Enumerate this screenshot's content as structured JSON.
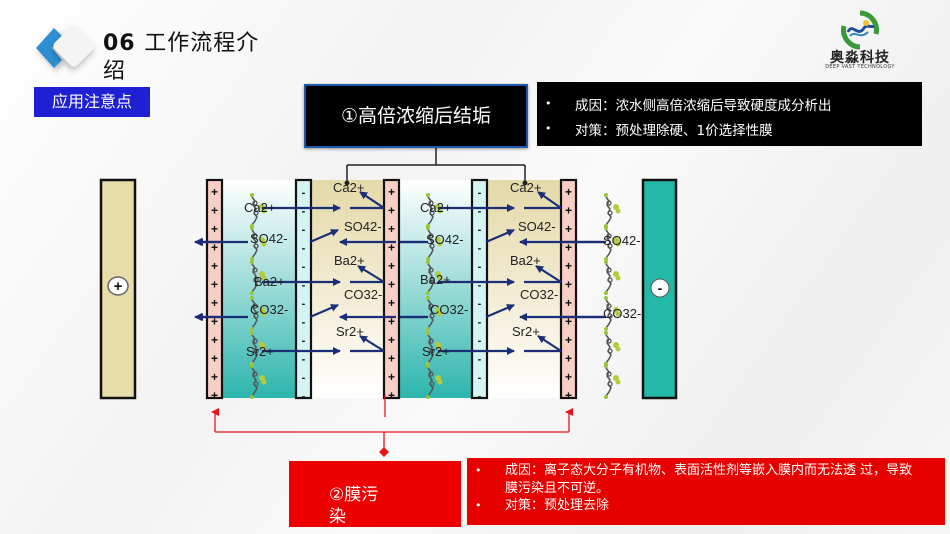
{
  "header": {
    "section_number": "06",
    "title": "工作流程介绍",
    "title_line1": "工作流程介",
    "title_line2": "绍",
    "section_tag": "应用注意点",
    "logo_icon": "chevron-left-diamond-icon"
  },
  "brand": {
    "name": "奥淼科技",
    "subtitle": "DEEP VAST TECHNOLOGY",
    "logo_icon": "water-wave-circle-icon"
  },
  "problem1": {
    "title": "①高倍浓缩后结垢",
    "cause": "成因：浓水侧高倍浓缩后导致硬度成分析出",
    "measure": "对策：预处理除硬、1价选择性膜"
  },
  "problem2": {
    "title_line1": "②膜污",
    "title_line2": "染",
    "cause": "成因：离子态大分子有机物、表面活性剂等嵌入膜内而无法透 过，导致膜污染且不可逆。",
    "measure": "对策：预处理去除"
  },
  "bullet_char": "•",
  "diagram": {
    "anode_label": "+",
    "cathode_label": "-",
    "cation_membrane_sign": "+",
    "anion_membrane_sign": "-",
    "diluate_ions": [
      "Ca2+",
      "SO42-",
      "Ba2+",
      "CO32-",
      "Sr2+"
    ],
    "concentrate_ions": [
      "Ca2+",
      "SO42-",
      "Ba2+",
      "CO32-",
      "Sr2+"
    ],
    "electrode_side_anions": [
      "SO42-",
      "CO32-"
    ],
    "colors": {
      "anode": "#e8dca8",
      "cathode": "#23b8a8",
      "cation_membrane": "#f7cfc4",
      "anion_membrane": "#d6f3f4",
      "diluate_channel": "#3fbdb4",
      "concentrate_channel": "#efe6c4",
      "arrow": "#1a2f78",
      "fouling_connector": "#e8141c",
      "accent_blue": "#1f1fd4",
      "alert_red": "#e60000"
    }
  }
}
